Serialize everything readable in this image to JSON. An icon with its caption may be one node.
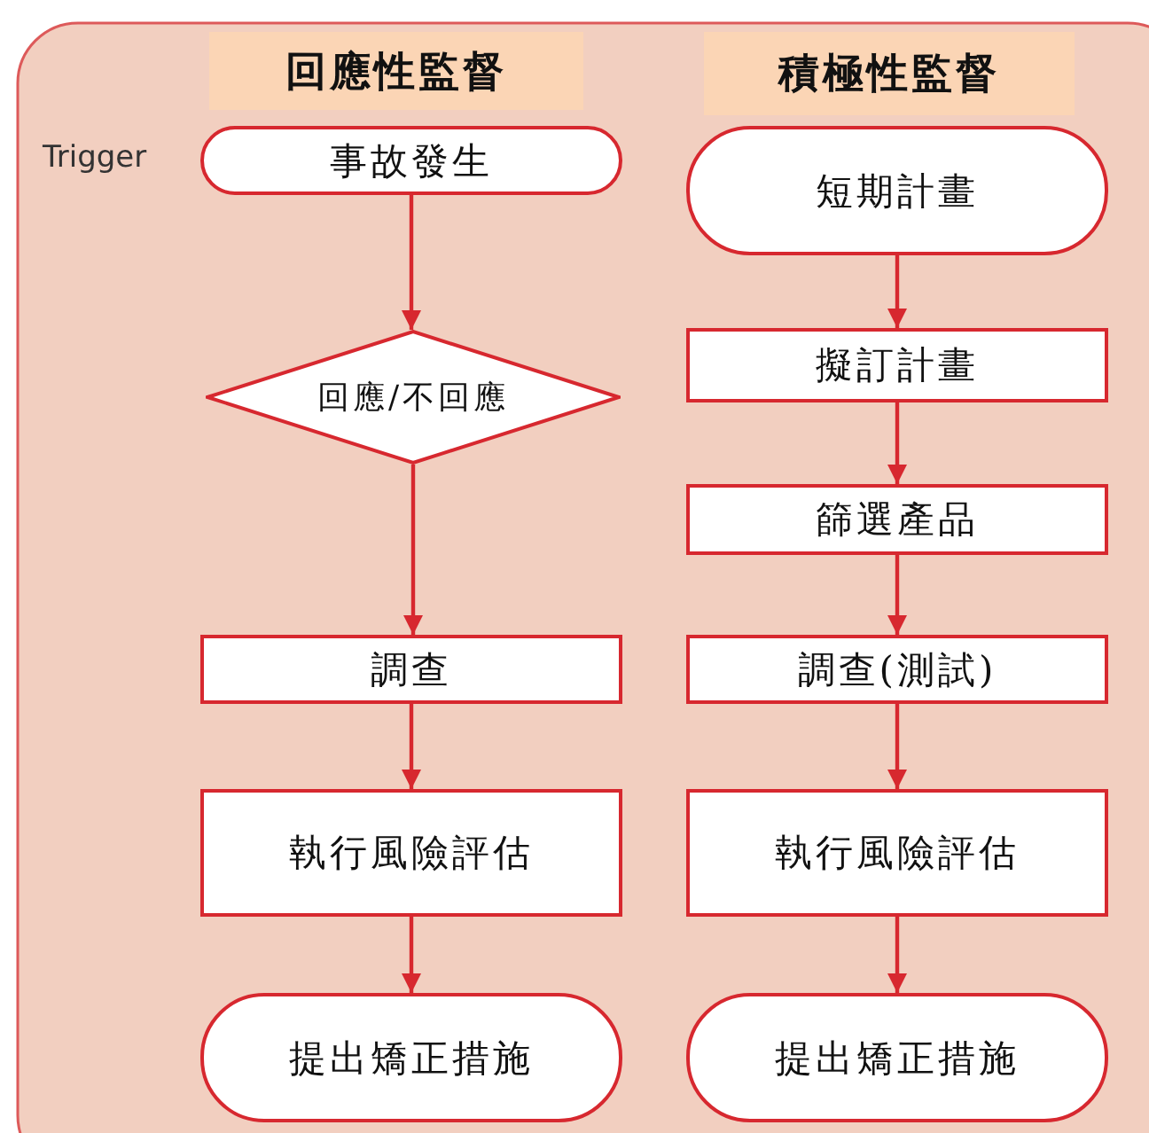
{
  "diagram": {
    "nodes": [
      {
        "text": [
          "回應性監督"
        ]
      },
      {
        "text": [
          "積極性監督"
        ]
      },
      {
        "text": [
          "事故發生"
        ]
      },
      {
        "text": [
          "回應/不回應"
        ]
      },
      {
        "text": [
          "調查"
        ]
      },
      {
        "text": [
          "執行風險評估"
        ]
      },
      {
        "text": [
          "提出矯正措施"
        ]
      },
      {
        "text": [
          "短期計畫"
        ]
      },
      {
        "text": [
          "擬訂計畫"
        ]
      },
      {
        "text": [
          "篩選產品"
        ]
      },
      {
        "text": [
          "調查(測試)"
        ]
      },
      {
        "text": [
          "執行風險評估"
        ]
      },
      {
        "text": [
          "提出矯正措施"
        ]
      }
    ],
    "edges": [
      {
        "from": 2,
        "to": 3,
        "arrow": "to"
      },
      {
        "from": 3,
        "to": 4,
        "arrow": "to"
      },
      {
        "from": 4,
        "to": 5,
        "arrow": "to"
      },
      {
        "from": 5,
        "to": 6,
        "arrow": "to"
      },
      {
        "from": 7,
        "to": 8,
        "arrow": "to"
      },
      {
        "from": 8,
        "to": 9,
        "arrow": "to"
      },
      {
        "from": 9,
        "to": 10,
        "arrow": "to"
      },
      {
        "from": 10,
        "to": 11,
        "arrow": "to"
      },
      {
        "from": 11,
        "to": 12,
        "arrow": "to"
      }
    ],
    "labels": [
      "Trigger"
    ]
  }
}
